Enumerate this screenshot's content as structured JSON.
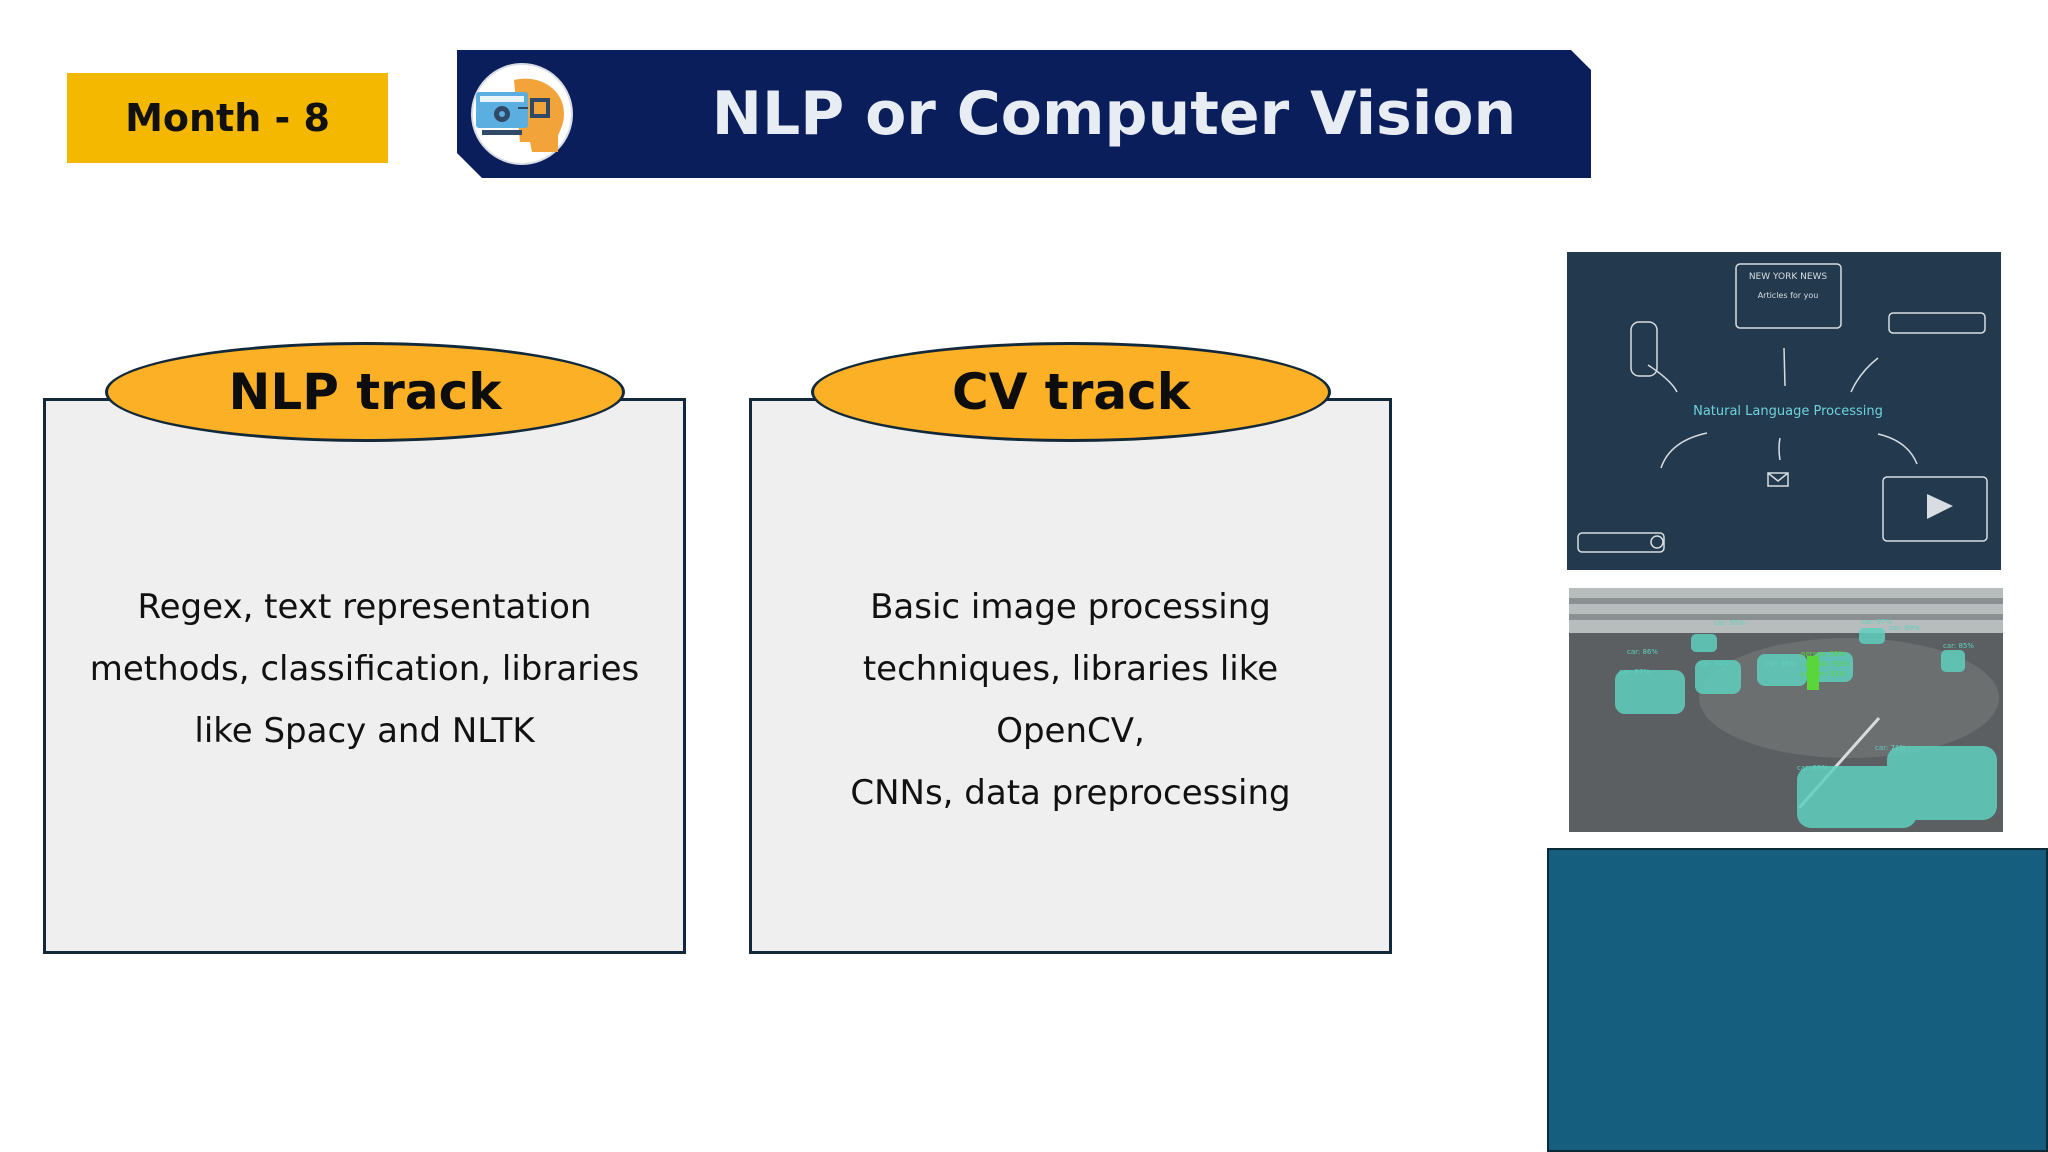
{
  "month_badge": "Month - 8",
  "title": "NLP or Computer Vision",
  "nlp_card": {
    "heading": "NLP track",
    "lines": [
      "Regex, text representation",
      "methods, classification, libraries",
      "like Spacy and NLTK"
    ]
  },
  "cv_card": {
    "heading": "CV track",
    "lines": [
      "Basic image processing",
      "techniques, libraries like OpenCV,",
      "CNNs, data preprocessing"
    ]
  },
  "nlp_image": {
    "news_title": "NEW YORK NEWS",
    "news_sub": "Articles for you",
    "center_label": "Natural Language Processing"
  },
  "cv_image": {
    "labels": [
      "car: 95%",
      "car: 97%",
      "car: 89%",
      "car: 86%",
      "car: 94%",
      "car: 98%",
      "person: 59%",
      "person: 92%",
      "person: 91%",
      "car: 97%",
      "car: 85%",
      "car: 69%",
      "car: 71%"
    ]
  },
  "colors": {
    "badge": "#f5b800",
    "banner": "#0a1e5c",
    "pill": "#fbb026",
    "card": "#efefef",
    "blue_box": "#155e7d"
  }
}
